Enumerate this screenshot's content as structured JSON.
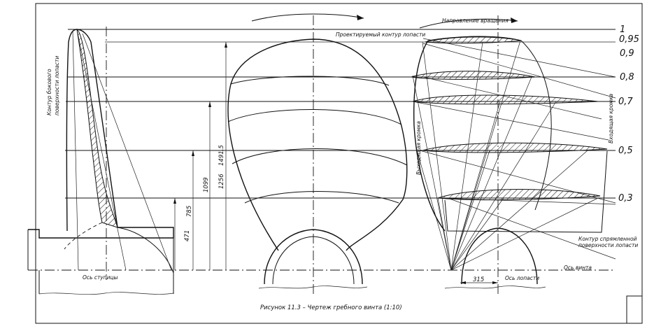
{
  "labels": {
    "top_projected_contour": "Проектируемый контур лопасти",
    "direction_of_rotation": "Направление вращения",
    "back_surface_contour": "Контур бокового",
    "back_surface_contour_2": "поверхности лопасти",
    "hub_axis": "Ось ступицы",
    "outlet_edge": "Выходящая кромка",
    "inlet_edge": "Входящая кромка",
    "straightened_contour_1": "Контур спрямленной",
    "straightened_contour_2": "поверхности лопасти",
    "blade_axis": "Ось лопасти",
    "screw_axis": "Ось винта",
    "caption": "Рисунок 11.3 – Чертеж гребного винта (1:10)"
  },
  "radii": [
    "1",
    "0,95",
    "0,9",
    "0,8",
    "0,7",
    "0,5",
    "0,3"
  ],
  "dimensions": {
    "d471": "471",
    "d785": "785",
    "d1099": "1099",
    "d1256": "1256",
    "d14915": "1491,5",
    "d315": "315"
  }
}
